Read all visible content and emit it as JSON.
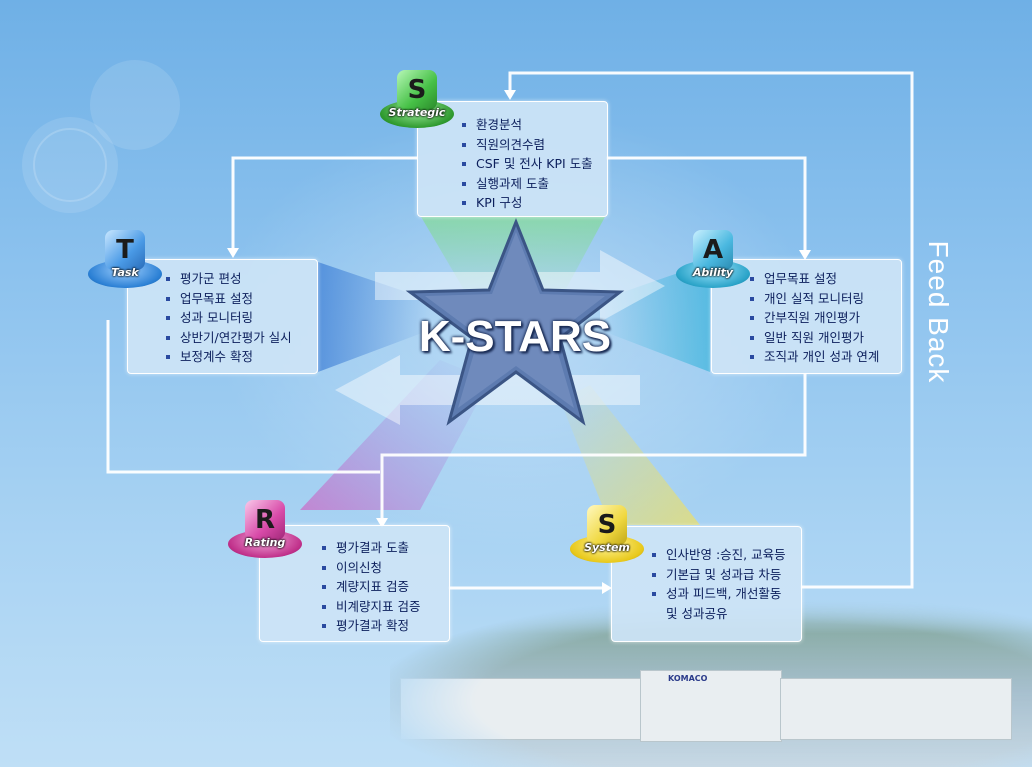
{
  "title": "K-STARS",
  "feedback_label": "Feed Back",
  "strategic": {
    "letter": "S",
    "tag": "Strategic",
    "items": [
      "환경분석",
      "직원의견수렴",
      "CSF 및 전사 KPI 도출",
      "실행과제 도출",
      "KPI 구성"
    ]
  },
  "task": {
    "letter": "T",
    "tag": "Task",
    "items": [
      "평가군 편성",
      "업무목표 설정",
      "성과 모니터링",
      "상반기/연간평가 실시",
      "보정계수 확정"
    ]
  },
  "ability": {
    "letter": "A",
    "tag": "Ability",
    "items": [
      "업무목표 설정",
      "개인 실적 모니터링",
      "간부직원 개인평가",
      "일반 직원 개인평가",
      "조직과 개인 성과 연계"
    ]
  },
  "rating": {
    "letter": "R",
    "tag": "Rating",
    "items": [
      "평가결과 도출",
      "이의신청",
      "계량지표 검증",
      "비계량지표 검증",
      "평가결과 확정"
    ]
  },
  "system": {
    "letter": "S",
    "tag": "System",
    "items": [
      "인사반영 :승진, 교육등",
      "기본급 및 성과급 차등",
      "성과 피드백, 개선활동",
      "및 성과공유"
    ]
  },
  "building_sign": "KOMACO",
  "colors": {
    "strategic": "#3fb23f",
    "task": "#2a7fd4",
    "ability": "#2aa3c8",
    "rating": "#c0308a",
    "system": "#e8c81a",
    "star": "#5673a8"
  }
}
